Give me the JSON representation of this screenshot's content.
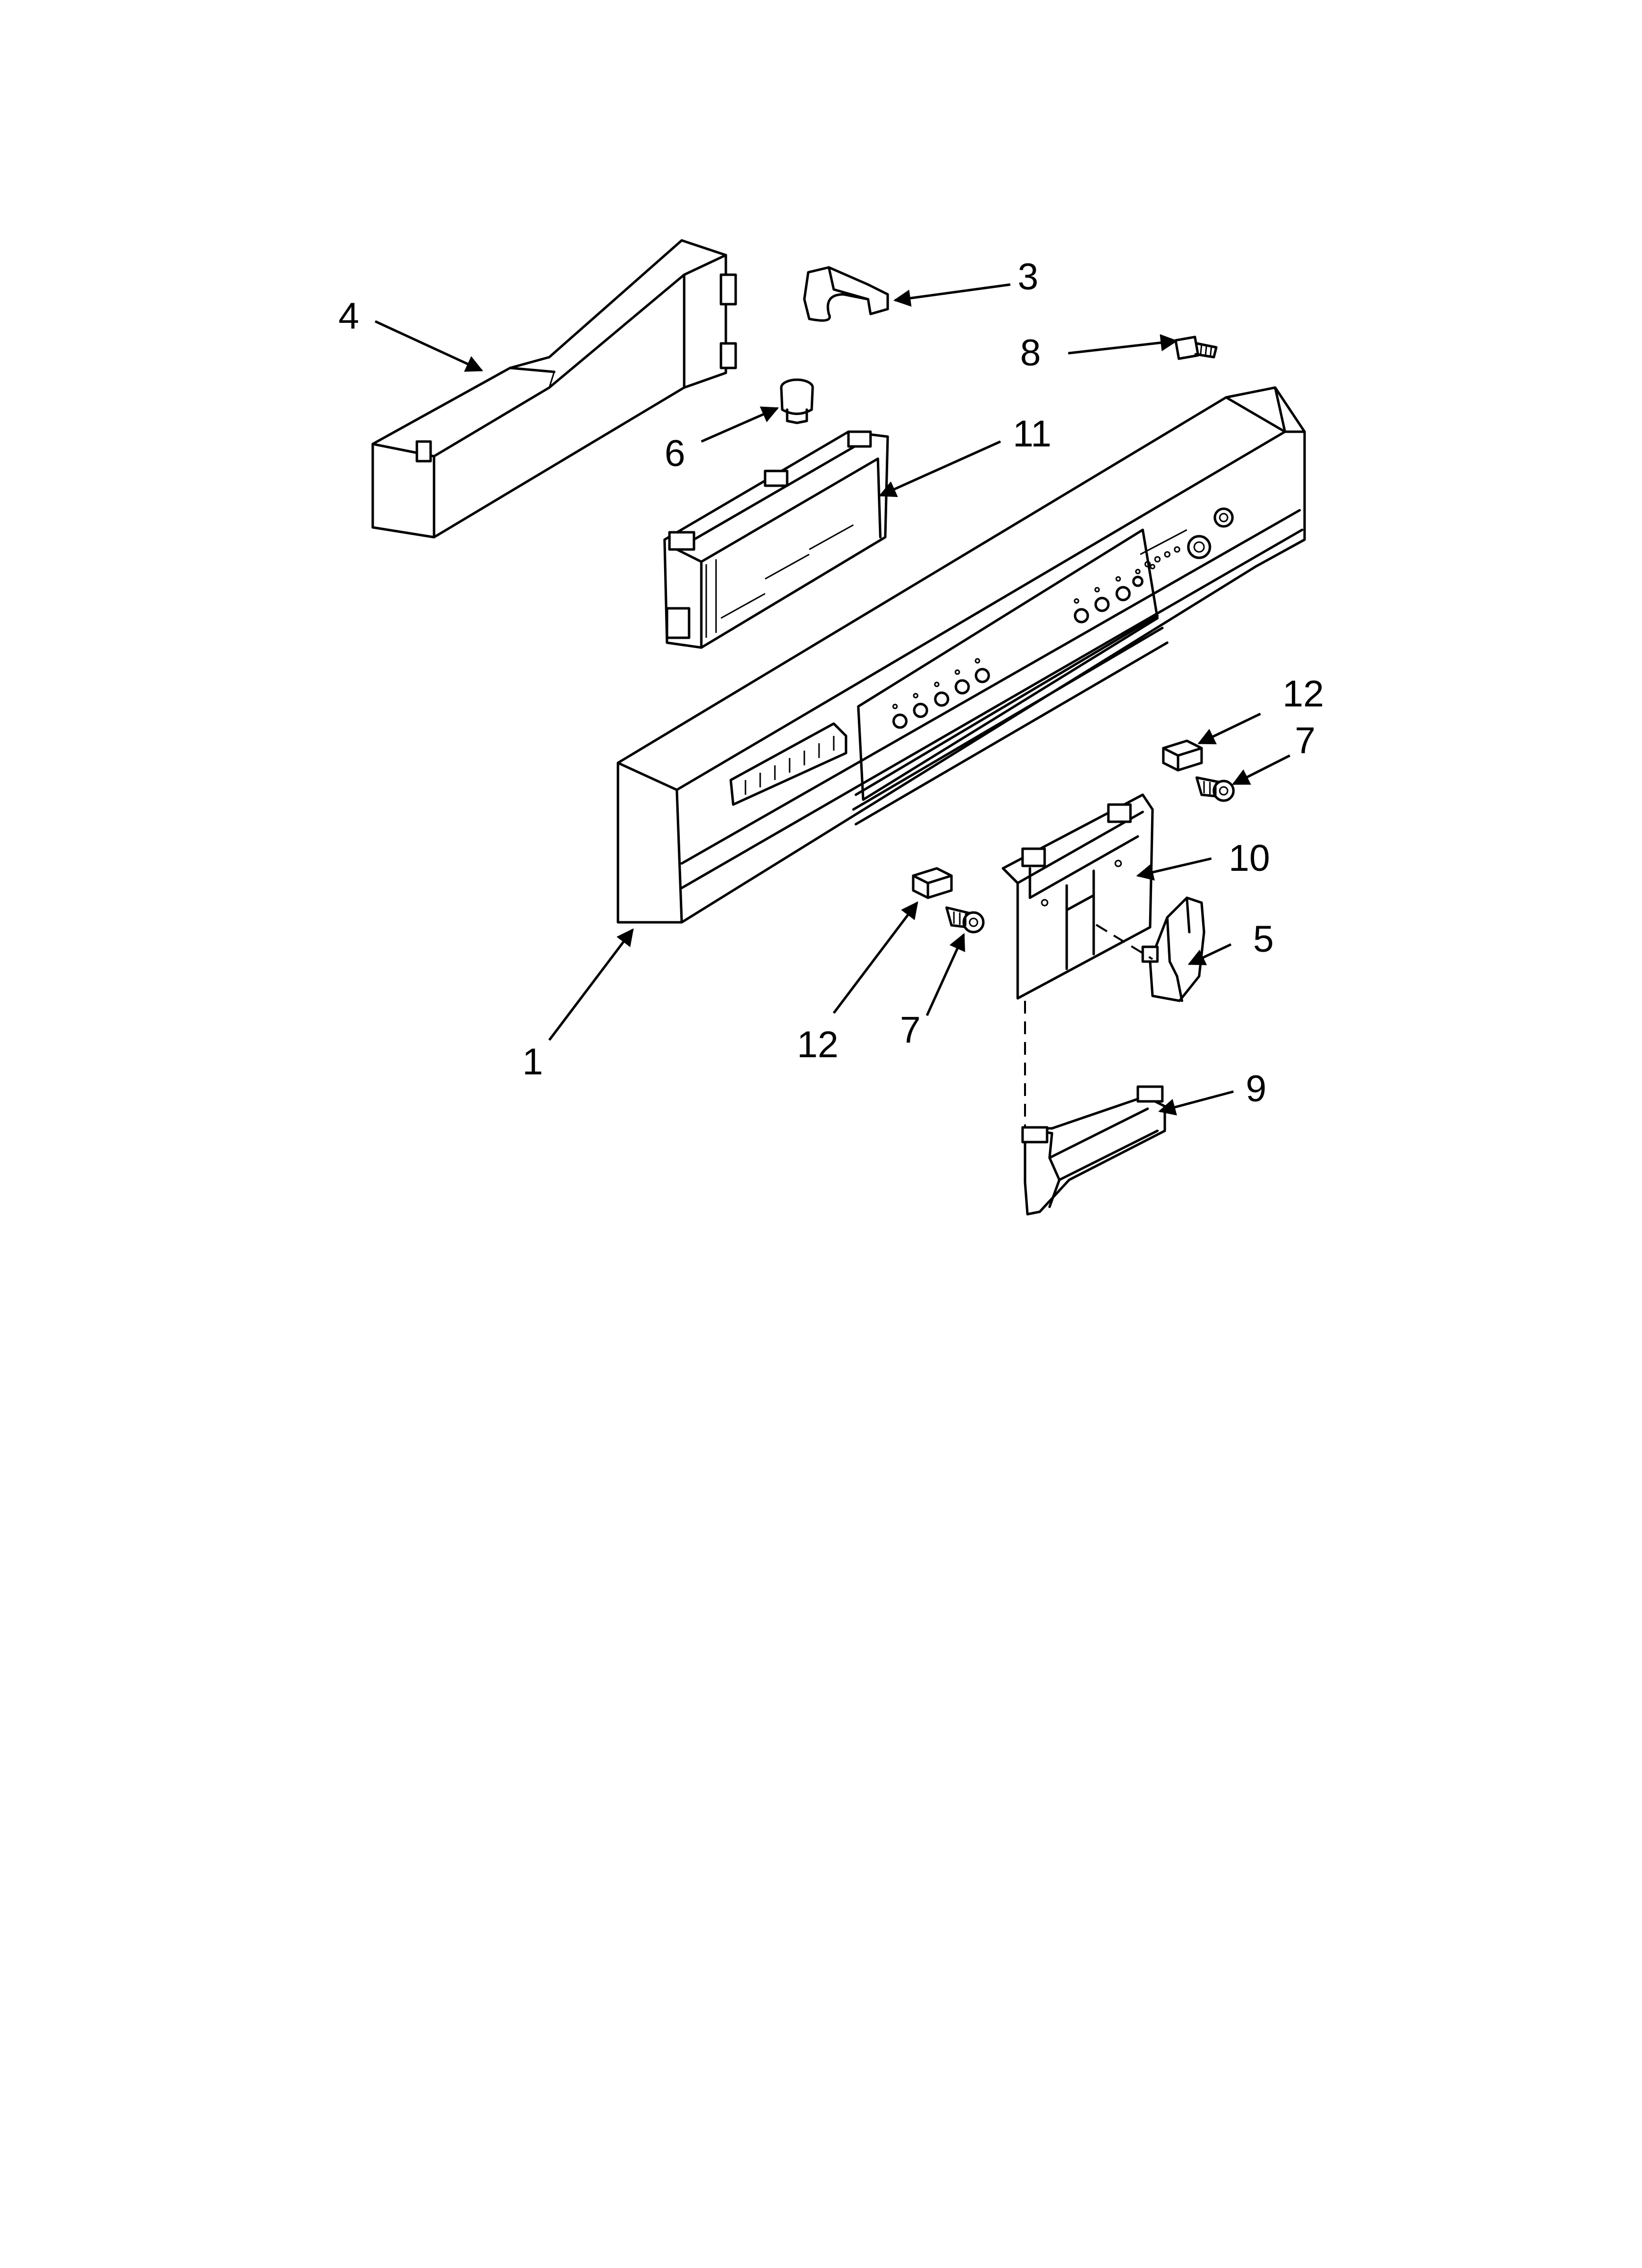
{
  "callouts": [
    {
      "id": "c1",
      "label": "1"
    },
    {
      "id": "c3",
      "label": "3"
    },
    {
      "id": "c4",
      "label": "4"
    },
    {
      "id": "c5",
      "label": "5"
    },
    {
      "id": "c6",
      "label": "6"
    },
    {
      "id": "c7a",
      "label": "7"
    },
    {
      "id": "c7b",
      "label": "7"
    },
    {
      "id": "c8",
      "label": "8"
    },
    {
      "id": "c9",
      "label": "9"
    },
    {
      "id": "c10",
      "label": "10"
    },
    {
      "id": "c11",
      "label": "11"
    },
    {
      "id": "c12a",
      "label": "12"
    },
    {
      "id": "c12b",
      "label": "12"
    }
  ]
}
